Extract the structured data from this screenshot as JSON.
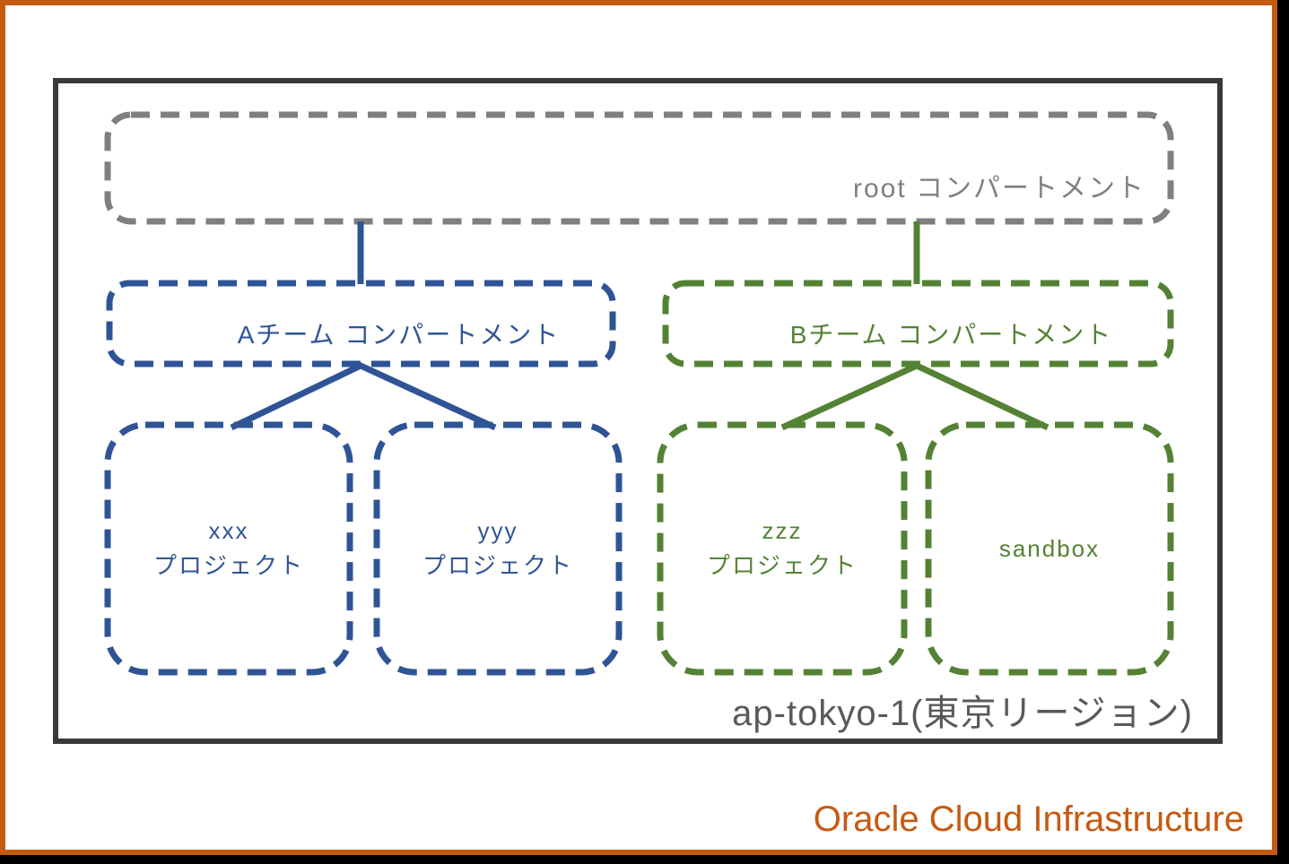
{
  "colors": {
    "background": "#000000",
    "orange": "#C55A11",
    "blue": "#2F5496",
    "green": "#548235",
    "gray": "#7F7F7F",
    "frame": "#3A3A3A",
    "region_text": "#595959"
  },
  "diagram": {
    "root": {
      "label": "root コンパートメント"
    },
    "team_a": {
      "label": "Aチーム コンパートメント"
    },
    "team_b": {
      "label": "Bチーム コンパートメント"
    },
    "projects": [
      {
        "label": "xxx\nプロジェクト"
      },
      {
        "label": "yyy\nプロジェクト"
      },
      {
        "label": "zzz\nプロジェクト"
      },
      {
        "label": "sandbox"
      }
    ],
    "region": {
      "label": "ap-tokyo-1(東京リージョン)"
    }
  },
  "footer": {
    "brand": "Oracle Cloud Infrastructure"
  }
}
